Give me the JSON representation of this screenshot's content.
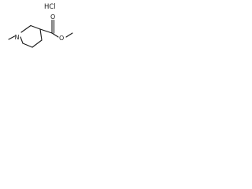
{
  "molecule": {
    "salt": "HCl",
    "atoms": {
      "ring_nitrogen": "N",
      "ester_carbonyl_oxygen": "O",
      "ester_ether_oxygen": "O"
    }
  }
}
